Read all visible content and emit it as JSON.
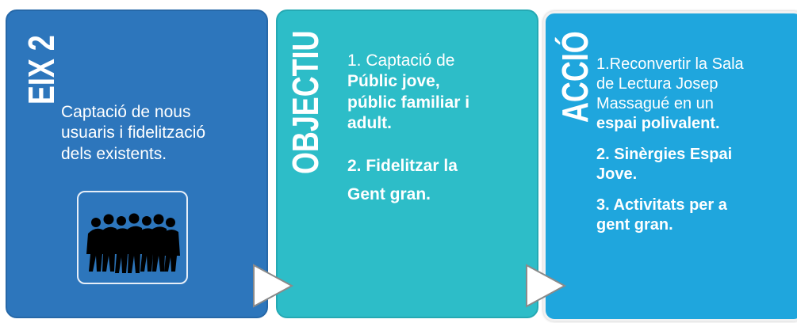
{
  "eix": {
    "title": "EIX 2",
    "line1": "Captació de nous",
    "line2": "usuaris i fidelització",
    "line3": "dels existents.",
    "color": "#2d76bc"
  },
  "objectiu": {
    "title": "OBJECTIU",
    "item1_prefix": "1. Captació de",
    "item1_line1": "Públic jove,",
    "item1_line2": "públic familiar i",
    "item1_line3": "adult.",
    "item2_line1": "2. Fidelitzar  la",
    "item2_line2": "Gent gran.",
    "color": "#2dbdc8"
  },
  "accio": {
    "title": "ACCIÓ",
    "item1_line1": "1.Reconvertir la Sala",
    "item1_line2": "de Lectura Josep",
    "item1_line3": "Massagué en un",
    "item1_line4": "espai polivalent.",
    "item2_line1": "2. Sinèrgies Espai",
    "item2_line2": "Jove.",
    "item3_line1": "3. Activitats per a",
    "item3_line2": "gent gran.",
    "color": "#1fa6dd"
  },
  "icons": {
    "people": "group-of-people-silhouette-icon",
    "arrow": "chevron-right-arrow-icon"
  }
}
